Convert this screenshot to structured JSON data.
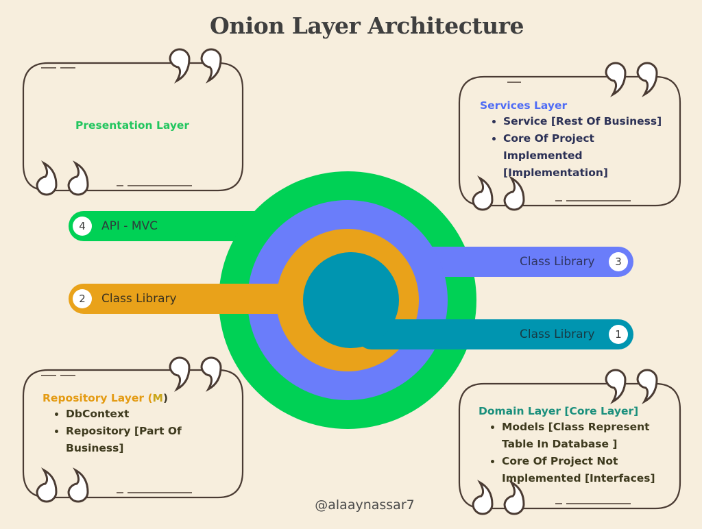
{
  "title": "Onion Layer Architecture",
  "handle": "@alaaynassar7",
  "colors": {
    "background": "#f7eedd",
    "presentation": "#00d155",
    "services": "#6a7dfa",
    "repository": "#e9a21a",
    "domain": "#0095b0"
  },
  "rings": [
    {
      "layer": 4,
      "pill_label": "API  - MVC",
      "color": "#00d155"
    },
    {
      "layer": 3,
      "pill_label": "Class Library",
      "color": "#6a7dfa"
    },
    {
      "layer": 2,
      "pill_label": "Class Library",
      "color": "#e9a21a"
    },
    {
      "layer": 1,
      "pill_label": "Class Library",
      "color": "#0095b0"
    }
  ],
  "cards": {
    "presentation": {
      "heading": "Presentation Layer",
      "items": []
    },
    "services": {
      "heading": "Services Layer",
      "items": [
        "Service [Rest Of Business]",
        "Core Of Project Implemented [Implementation]"
      ]
    },
    "repository": {
      "heading_main": "Repository Layer (",
      "heading_m": "M",
      "heading_end": ")",
      "items": [
        "DbContext",
        "Repository [Part Of Business]"
      ]
    },
    "domain": {
      "heading": "Domain Layer [Core Layer]",
      "items": [
        "Models [Class Represent Table In Database ]",
        "Core Of Project Not Implemented [Interfaces]"
      ]
    }
  },
  "numbers": [
    "4",
    "2",
    "3",
    "1"
  ]
}
